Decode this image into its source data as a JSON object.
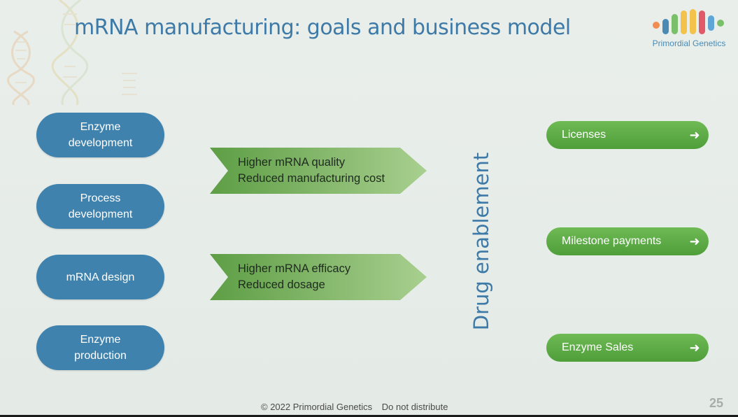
{
  "title": "mRNA manufacturing: goals and business model",
  "logo": {
    "text": "Primordial Genetics",
    "colors": [
      "#f28c52",
      "#4a8ab5",
      "#7ac06a",
      "#f2c24a",
      "#f2c24a",
      "#e05a6a",
      "#5fa5d6",
      "#7ac06a"
    ]
  },
  "left_pills": [
    {
      "line1": "Enzyme",
      "line2": "development"
    },
    {
      "line1": "Process",
      "line2": "development"
    },
    {
      "line1": "mRNA design",
      "line2": ""
    },
    {
      "line1": "Enzyme",
      "line2": "production"
    }
  ],
  "arrows": [
    {
      "line1": "Higher mRNA quality",
      "line2": "Reduced manufacturing cost"
    },
    {
      "line1": "Higher mRNA efficacy",
      "line2": "Reduced dosage"
    }
  ],
  "vertical_label": "Drug enablement",
  "right_buttons": [
    {
      "label": "Licenses"
    },
    {
      "label": "Milestone payments"
    },
    {
      "label": "Enzyme Sales"
    }
  ],
  "arrow_icon": "right-arrow-icon",
  "footer": {
    "copyright": "© 2022  Primordial Genetics",
    "notice": "Do not distribute"
  },
  "page_number": "25",
  "colors": {
    "title_blue": "#3d7aa8",
    "pill_blue": "#3f82ad",
    "button_green": "#5aac44",
    "arrow_green": "#6aa84f"
  }
}
